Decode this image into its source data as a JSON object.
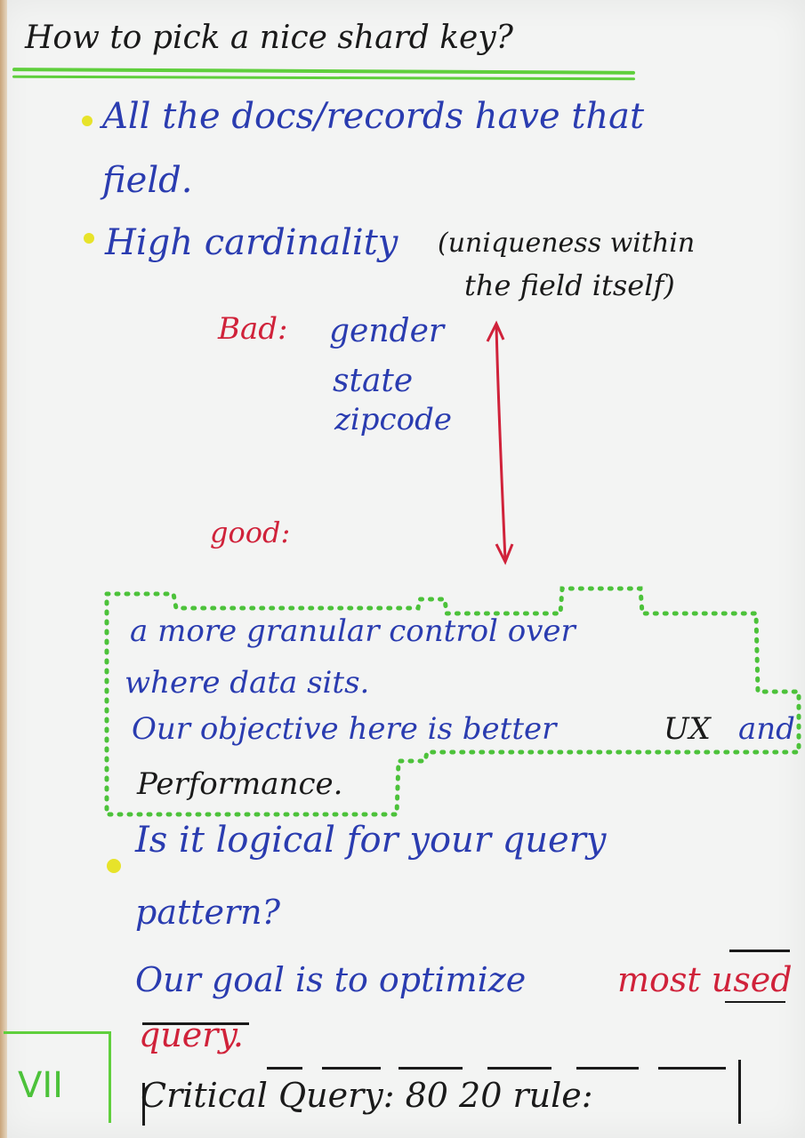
{
  "title": "How to pick a nice shard key?",
  "bullets": {
    "b1_line1": "All the docs/records have that",
    "b1_line2": "field.",
    "b2": "High cardinality",
    "b2_paren_line1": "(uniqueness within",
    "b2_paren_line2": "the field itself)",
    "bad_label": "Bad:",
    "bad_items": [
      "gender",
      "state",
      "zipcode"
    ],
    "good_label": "good:",
    "good_box_line1": "a more granular control over",
    "good_box_line2": "where data sits.",
    "good_box_line3": "Our objective here is better",
    "good_box_line3_ux": "UX",
    "good_box_line3_and": "and",
    "good_box_line4": "Performance.",
    "b3_line1": "Is it logical for your query",
    "b3_line2": "pattern?",
    "b3_line3": "Our goal is to optimize",
    "b3_line3_red": "most used",
    "b3_line4": "query.",
    "critical": "Critical Query: 80 20 rule:",
    "page_number": "VII"
  },
  "colors": {
    "ink_blue": "#2a3cb0",
    "ink_red": "#d0223a",
    "ink_black": "#1a1a1a",
    "highlight_green": "#5fcf3c",
    "highlight_yellow": "#e7e32a"
  }
}
